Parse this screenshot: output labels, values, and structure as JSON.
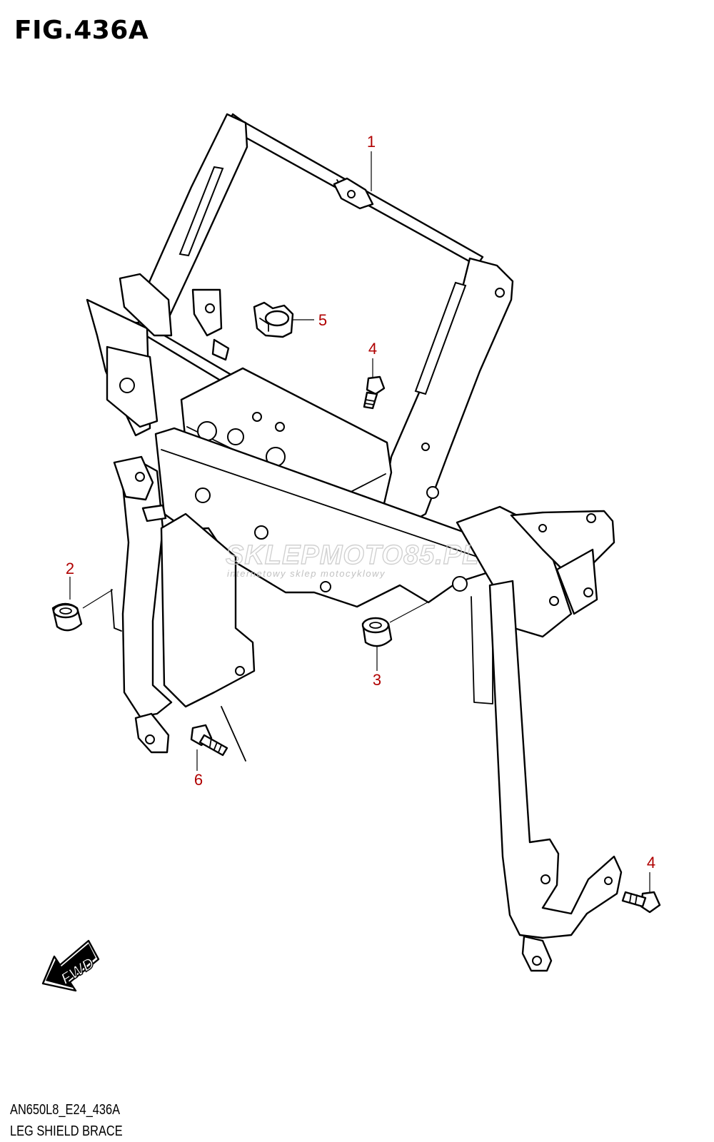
{
  "figure": {
    "title": "FIG.436A",
    "code": "AN650L8_E24_436A",
    "caption": "LEG SHIELD BRACE"
  },
  "callouts": [
    {
      "id": "c1",
      "label": "1",
      "part": "bracket-frame"
    },
    {
      "id": "c2",
      "label": "2",
      "part": "grommet"
    },
    {
      "id": "c3",
      "label": "3",
      "part": "grommet"
    },
    {
      "id": "c4a",
      "label": "4",
      "part": "bolt"
    },
    {
      "id": "c4b",
      "label": "4",
      "part": "bolt"
    },
    {
      "id": "c5",
      "label": "5",
      "part": "clamp"
    },
    {
      "id": "c6",
      "label": "6",
      "part": "bolt"
    }
  ],
  "fwd_arrow": {
    "label": "FWD"
  },
  "watermark": {
    "text": "SKLEPMOTO85.PL",
    "subtext": "internetowy sklep motocyklowy"
  },
  "colors": {
    "callout": "#b00000",
    "line": "#000000",
    "watermark": "#c9c9c9"
  }
}
